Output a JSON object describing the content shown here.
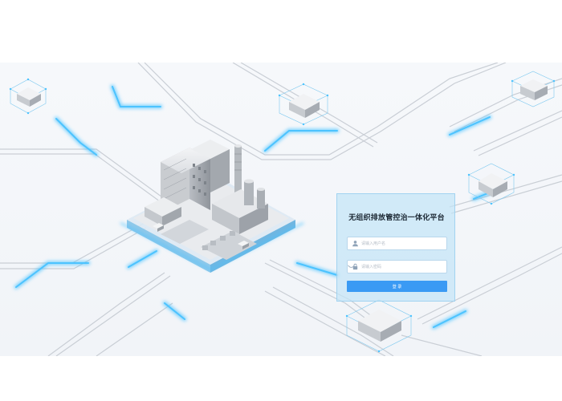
{
  "login": {
    "title": "无组织排放管控治一体化平台",
    "username_placeholder": "请输入用户名",
    "password_placeholder": "请输入密码",
    "submit_label": "登 录"
  },
  "colors": {
    "accent": "#3a9af4",
    "panel": "#c4e4f7",
    "line_blue": "#4cc3ff"
  }
}
